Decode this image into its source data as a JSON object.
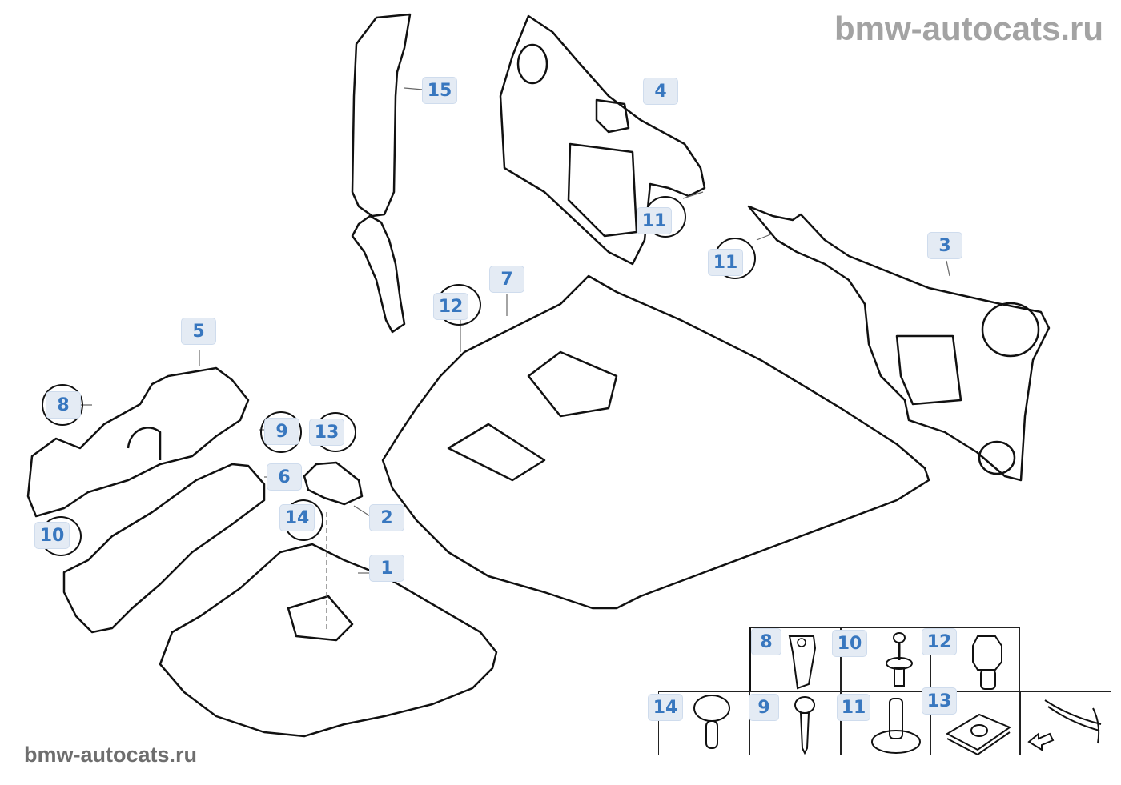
{
  "watermark": {
    "top": "bmw-autocats.ru",
    "bottom": "bmw-autocats.ru"
  },
  "diagram": {
    "type": "exploded-parts-diagram",
    "subject": "Underbody / engine compartment sound insulation and splash shields",
    "accent_color": "#3877bf",
    "callout_bg": "#e4ebf4",
    "callouts": [
      {
        "num": "1",
        "part": "lower-engine-shield"
      },
      {
        "num": "2",
        "part": "clip-bracket"
      },
      {
        "num": "3",
        "part": "right-bulkhead-insulation"
      },
      {
        "num": "4",
        "part": "left-bulkhead-insulation"
      },
      {
        "num": "5",
        "part": "upper-side-panel"
      },
      {
        "num": "6",
        "part": "lower-side-panel"
      },
      {
        "num": "7",
        "part": "main-underbody-shield"
      },
      {
        "num": "8",
        "part": "expanding-nut"
      },
      {
        "num": "9",
        "part": "self-tapping-screw"
      },
      {
        "num": "10",
        "part": "expanding-rivet"
      },
      {
        "num": "11",
        "part": "stud"
      },
      {
        "num": "12",
        "part": "hex-bolt"
      },
      {
        "num": "13",
        "part": "clip-nut"
      },
      {
        "num": "14",
        "part": "plastic-rivet"
      },
      {
        "num": "15",
        "part": "side-strip"
      }
    ]
  },
  "fastener_legend": {
    "row1": [
      {
        "num": "8",
        "icon": "expanding-nut-icon"
      },
      {
        "num": "10",
        "icon": "expanding-rivet-icon"
      },
      {
        "num": "12",
        "icon": "hex-bolt-icon"
      }
    ],
    "row2": [
      {
        "num": "14",
        "icon": "plastic-rivet-icon"
      },
      {
        "num": "9",
        "icon": "screw-icon"
      },
      {
        "num": "11",
        "icon": "stud-icon"
      },
      {
        "num": "13",
        "icon": "clip-nut-icon"
      },
      {
        "icon": "vehicle-front-arrow-icon"
      }
    ]
  }
}
